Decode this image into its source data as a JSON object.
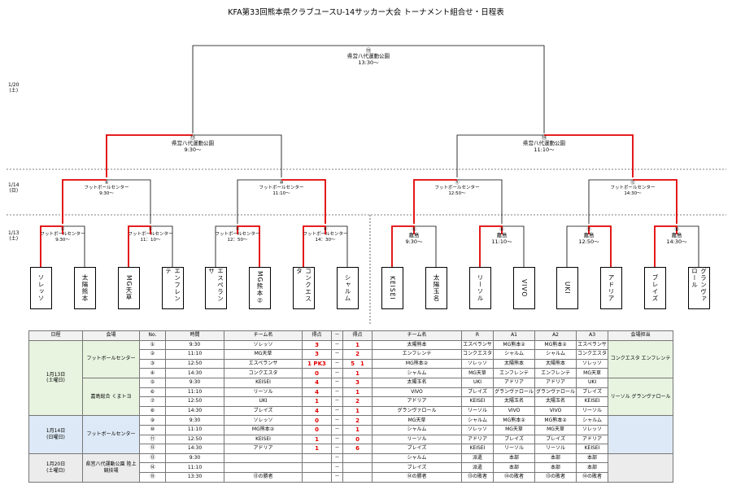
{
  "title": "KFA第33回熊本県クラブユースU-14サッカー大会 トーナメント組合せ・日程表",
  "day_labels": [
    {
      "date": "1/20",
      "dow": "(土)"
    },
    {
      "date": "1/14",
      "dow": "(日)"
    },
    {
      "date": "1/13",
      "dow": "(土)"
    }
  ],
  "bracket": {
    "final": {
      "no": "⑮",
      "venue": "県営八代運動公園",
      "time": "13:30～"
    },
    "semi": [
      {
        "no": "⑬",
        "venue": "県営八代運動公園",
        "time": "9:30～"
      },
      {
        "no": "⑭",
        "venue": "県営八代運動公園",
        "time": "11:10～"
      }
    ],
    "qf": [
      {
        "no": "⑨",
        "venue": "フットボールセンター",
        "time": "9:30～"
      },
      {
        "no": "⑩",
        "venue": "フットボールセンター",
        "time": "11:10～"
      },
      {
        "no": "⑪",
        "venue": "フットボールセンター",
        "time": "12:50～"
      },
      {
        "no": "⑫",
        "venue": "フットボールセンター",
        "time": "14:30～"
      }
    ],
    "r1": [
      {
        "no": "①",
        "venue": "フットボールセンター",
        "time": "9:30～"
      },
      {
        "no": "②",
        "venue": "フットボールセンター",
        "time": "11：10～"
      },
      {
        "no": "③",
        "venue": "フットボールセンター",
        "time": "12：50～"
      },
      {
        "no": "④",
        "venue": "フットボールセンター",
        "time": "14：30～"
      },
      {
        "no": "⑤",
        "venue": "嘉島",
        "time": "9:30～"
      },
      {
        "no": "⑥",
        "venue": "嘉島",
        "time": "11:10～"
      },
      {
        "no": "⑦",
        "venue": "嘉島",
        "time": "12:50～"
      },
      {
        "no": "⑧",
        "venue": "嘉島",
        "time": "14:30～"
      }
    ],
    "teams": [
      "ソレッソ",
      "太陽熊本",
      "MG天草",
      "エンフレンテ",
      "エスペランサ",
      "MG熊本②",
      "コンクエスタ",
      "シャルム",
      "KEISEI",
      "太陽玉名",
      "リーソル",
      "VIVO",
      "UKI",
      "アドリア",
      "ブレイズ",
      "グランヴァロール"
    ]
  },
  "table": {
    "headers": [
      "日程",
      "会場",
      "No.",
      "時間",
      "チーム名",
      "得点",
      "－",
      "得点",
      "チーム名",
      "R",
      "A1",
      "A2",
      "A3",
      "会場担当"
    ],
    "groups": [
      {
        "date": "1月13日",
        "dow": "(土曜日)",
        "venues": [
          {
            "name": "フットボールセンター",
            "duty": "コンクエスタ エンフレンテ",
            "rows": [
              [
                "①",
                "9:30",
                "ソレッソ",
                "3",
                "－",
                "1",
                "太陽熊本",
                "エスペランサ",
                "MG熊本②",
                "MG熊本②",
                "エスペランサ"
              ],
              [
                "②",
                "11:10",
                "MG天草",
                "3",
                "－",
                "2",
                "エンフレンテ",
                "コンクエスタ",
                "シャルム",
                "シャルム",
                "コンクエスタ"
              ],
              [
                "③",
                "12:50",
                "エスペランサ",
                "1 PK3",
                "－",
                "5　1",
                "MG熊本②",
                "ソレッソ",
                "太陽熊本",
                "太陽熊本",
                "ソレッソ"
              ],
              [
                "④",
                "14:30",
                "コンクエスタ",
                "0",
                "－",
                "1",
                "シャルム",
                "MG天草",
                "エンフレンテ",
                "エンフレンテ",
                "MG天草"
              ]
            ]
          },
          {
            "name": "嘉島総合 くまトヨ",
            "duty": "リーソル グランヴァロール",
            "rows": [
              [
                "⑤",
                "9:30",
                "KEISEI",
                "4",
                "－",
                "3",
                "太陽玉名",
                "UKI",
                "アドリア",
                "アドリア",
                "UKI"
              ],
              [
                "⑥",
                "11:10",
                "リーソル",
                "4",
                "－",
                "1",
                "VIVO",
                "ブレイズ",
                "グランヴァロール",
                "グランヴァロール",
                "ブレイズ"
              ],
              [
                "⑦",
                "12:50",
                "UKI",
                "1",
                "－",
                "2",
                "アドリア",
                "KEISEI",
                "太陽玉名",
                "太陽玉名",
                "KEISEI"
              ],
              [
                "⑧",
                "14:30",
                "ブレイズ",
                "4",
                "－",
                "1",
                "グランヴァロール",
                "リーソル",
                "VIVO",
                "VIVO",
                "リーソル"
              ]
            ]
          }
        ]
      },
      {
        "date": "1月14日",
        "dow": "(日曜日)",
        "venues": [
          {
            "name": "フットボールセンター",
            "duty": "",
            "rows": [
              [
                "⑨",
                "9:30",
                "ソレッソ",
                "0",
                "－",
                "2",
                "MG天草",
                "シャルム",
                "MG熊本②",
                "MG熊本②",
                "シャルム"
              ],
              [
                "⑩",
                "11:10",
                "MG熊本②",
                "0",
                "－",
                "1",
                "シャルム",
                "ソレッソ",
                "MG天草",
                "MG天草",
                "ソレッソ"
              ],
              [
                "⑪",
                "12:50",
                "KEISEI",
                "1",
                "－",
                "0",
                "リーソル",
                "アドリア",
                "ブレイズ",
                "ブレイズ",
                "アドリア"
              ],
              [
                "⑫",
                "14:30",
                "アドリア",
                "1",
                "－",
                "6",
                "ブレイズ",
                "KEISEI",
                "リーソル",
                "リーソル",
                "KEISEI"
              ]
            ]
          }
        ]
      },
      {
        "date": "1月20日",
        "dow": "(土曜日)",
        "venues": [
          {
            "name": "県営八代運動公園 陸上競技場",
            "duty": "",
            "rows": [
              [
                "⑬",
                "9:30",
                "",
                "",
                "－",
                "",
                "シャルム",
                "派遣",
                "本部",
                "本部",
                "本部"
              ],
              [
                "⑭",
                "11:10",
                "",
                "",
                "－",
                "",
                "ブレイズ",
                "派遣",
                "本部",
                "本部",
                "本部"
              ],
              [
                "⑮",
                "13:30",
                "⑬の勝者",
                "",
                "－",
                "",
                "⑭の勝者",
                "⑬の敗者",
                "⑭の敗者",
                "⑬の敗者",
                "⑭の敗者"
              ]
            ]
          }
        ]
      }
    ]
  }
}
